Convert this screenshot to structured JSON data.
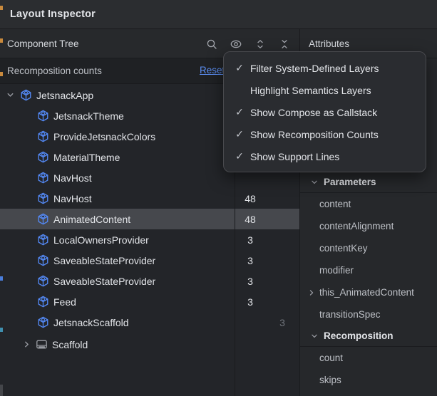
{
  "window": {
    "title": "Layout Inspector"
  },
  "colors": {
    "accent_blue": "#548af7",
    "link_blue": "#5b8ef2",
    "selection_gray": "#46484d",
    "panel_dark": "#232529",
    "panel_light": "#2b2d30",
    "dim_count": "#70747b"
  },
  "component_tree": {
    "header": "Component Tree",
    "toolbar_icons": [
      "search-icon",
      "eye-icon",
      "expand-all-icon",
      "collapse-all-icon"
    ],
    "recomposition_label": "Recomposition counts",
    "reset_label": "Reset"
  },
  "tree": {
    "items": [
      {
        "label": "JetsnackApp",
        "icon": "compose-node",
        "level": 0,
        "expanded": true,
        "count": "",
        "skips": ""
      },
      {
        "label": "JetsnackTheme",
        "icon": "compose-node",
        "level": 1,
        "count": "",
        "skips": ""
      },
      {
        "label": "ProvideJetsnackColors",
        "icon": "compose-node",
        "level": 1,
        "count": "",
        "skips": ""
      },
      {
        "label": "MaterialTheme",
        "icon": "compose-node",
        "level": 1,
        "count": "",
        "skips": ""
      },
      {
        "label": "NavHost",
        "icon": "compose-node",
        "level": 1,
        "count": "",
        "skips": ""
      },
      {
        "label": "NavHost",
        "icon": "compose-node",
        "level": 1,
        "count": "48",
        "skips": ""
      },
      {
        "label": "AnimatedContent",
        "icon": "compose-node",
        "level": 1,
        "selected": true,
        "count": "48",
        "skips": ""
      },
      {
        "label": "LocalOwnersProvider",
        "icon": "compose-node",
        "level": 1,
        "count": "3",
        "skips": ""
      },
      {
        "label": "SaveableStateProvider",
        "icon": "compose-node",
        "level": 1,
        "count": "3",
        "skips": ""
      },
      {
        "label": "SaveableStateProvider",
        "icon": "compose-node",
        "level": 1,
        "count": "3",
        "skips": ""
      },
      {
        "label": "Feed",
        "icon": "compose-node",
        "level": 1,
        "count": "3",
        "skips": ""
      },
      {
        "label": "JetsnackScaffold",
        "icon": "compose-node",
        "level": 1,
        "count": "",
        "skips": "3"
      },
      {
        "label": "Scaffold",
        "icon": "scaffold-view",
        "level": 1,
        "collapsed": true,
        "count": "",
        "skips": ""
      }
    ]
  },
  "view_options_menu": {
    "items": [
      {
        "label": "Filter System-Defined Layers",
        "checked": true,
        "check": "✓"
      },
      {
        "label": "Highlight Semantics Layers",
        "checked": false,
        "check": ""
      },
      {
        "label": "Show Compose as Callstack",
        "checked": true,
        "check": "✓"
      },
      {
        "label": "Show Recomposition Counts",
        "checked": true,
        "check": "✓"
      },
      {
        "label": "Show Support Lines",
        "checked": true,
        "check": "✓"
      }
    ]
  },
  "attributes": {
    "header": "Attributes",
    "sections": [
      {
        "title": "Parameters",
        "items": [
          "content",
          "contentAlignment",
          "contentKey",
          "modifier",
          "this_AnimatedContent",
          "transitionSpec"
        ]
      },
      {
        "title": "Recomposition",
        "items": [
          "count",
          "skips"
        ]
      }
    ]
  }
}
